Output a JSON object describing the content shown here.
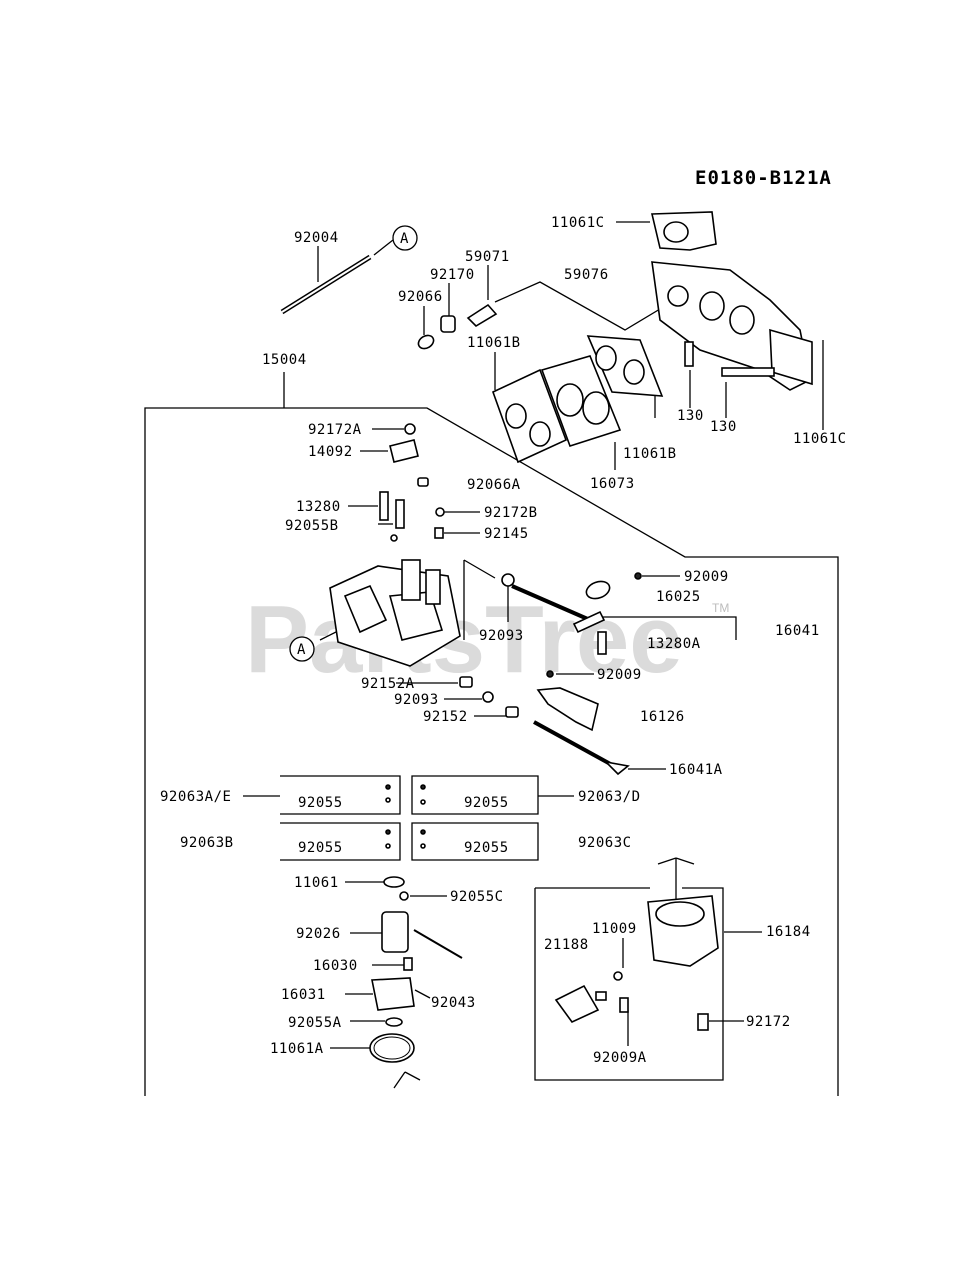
{
  "diagram_code": "E0180-B121A",
  "watermark": {
    "text": "PartsTree",
    "trademark": "TM"
  },
  "callouts": {
    "a_top": "A",
    "a_left": "A"
  },
  "labels": {
    "p92004": "92004",
    "p11061C_top": "11061C",
    "p59071": "59071",
    "p92170": "92170",
    "p59076": "59076",
    "p92066": "92066",
    "p11061B_left": "11061B",
    "p15004": "15004",
    "p130_a": "130",
    "p130_b": "130",
    "p11061C_right": "11061C",
    "p92172A": "92172A",
    "p14092": "14092",
    "p11061B_right": "11061B",
    "p16073": "16073",
    "p92066A": "92066A",
    "p13280": "13280",
    "p92172B": "92172B",
    "p92055B": "92055B",
    "p92145": "92145",
    "p92009_top": "92009",
    "p16025": "16025",
    "p92093_top": "92093",
    "p13280A": "13280A",
    "p16041": "16041",
    "p92009_mid": "92009",
    "p92152A": "92152A",
    "p92093_low": "92093",
    "p92152": "92152",
    "p16126": "16126",
    "p16041A": "16041A",
    "p92063AE": "92063A/E",
    "p92055_1": "92055",
    "p92055_2": "92055",
    "p92063D": "92063/D",
    "p92063B": "92063B",
    "p92055_3": "92055",
    "p92055_4": "92055",
    "p92063C": "92063C",
    "p11061": "11061",
    "p92055C": "92055C",
    "p11009": "11009",
    "p21188": "21188",
    "p16184": "16184",
    "p92026": "92026",
    "p16030": "16030",
    "p16031": "16031",
    "p92043": "92043",
    "p92172": "92172",
    "p92055A": "92055A",
    "p92009A": "92009A",
    "p11061A": "11061A"
  }
}
